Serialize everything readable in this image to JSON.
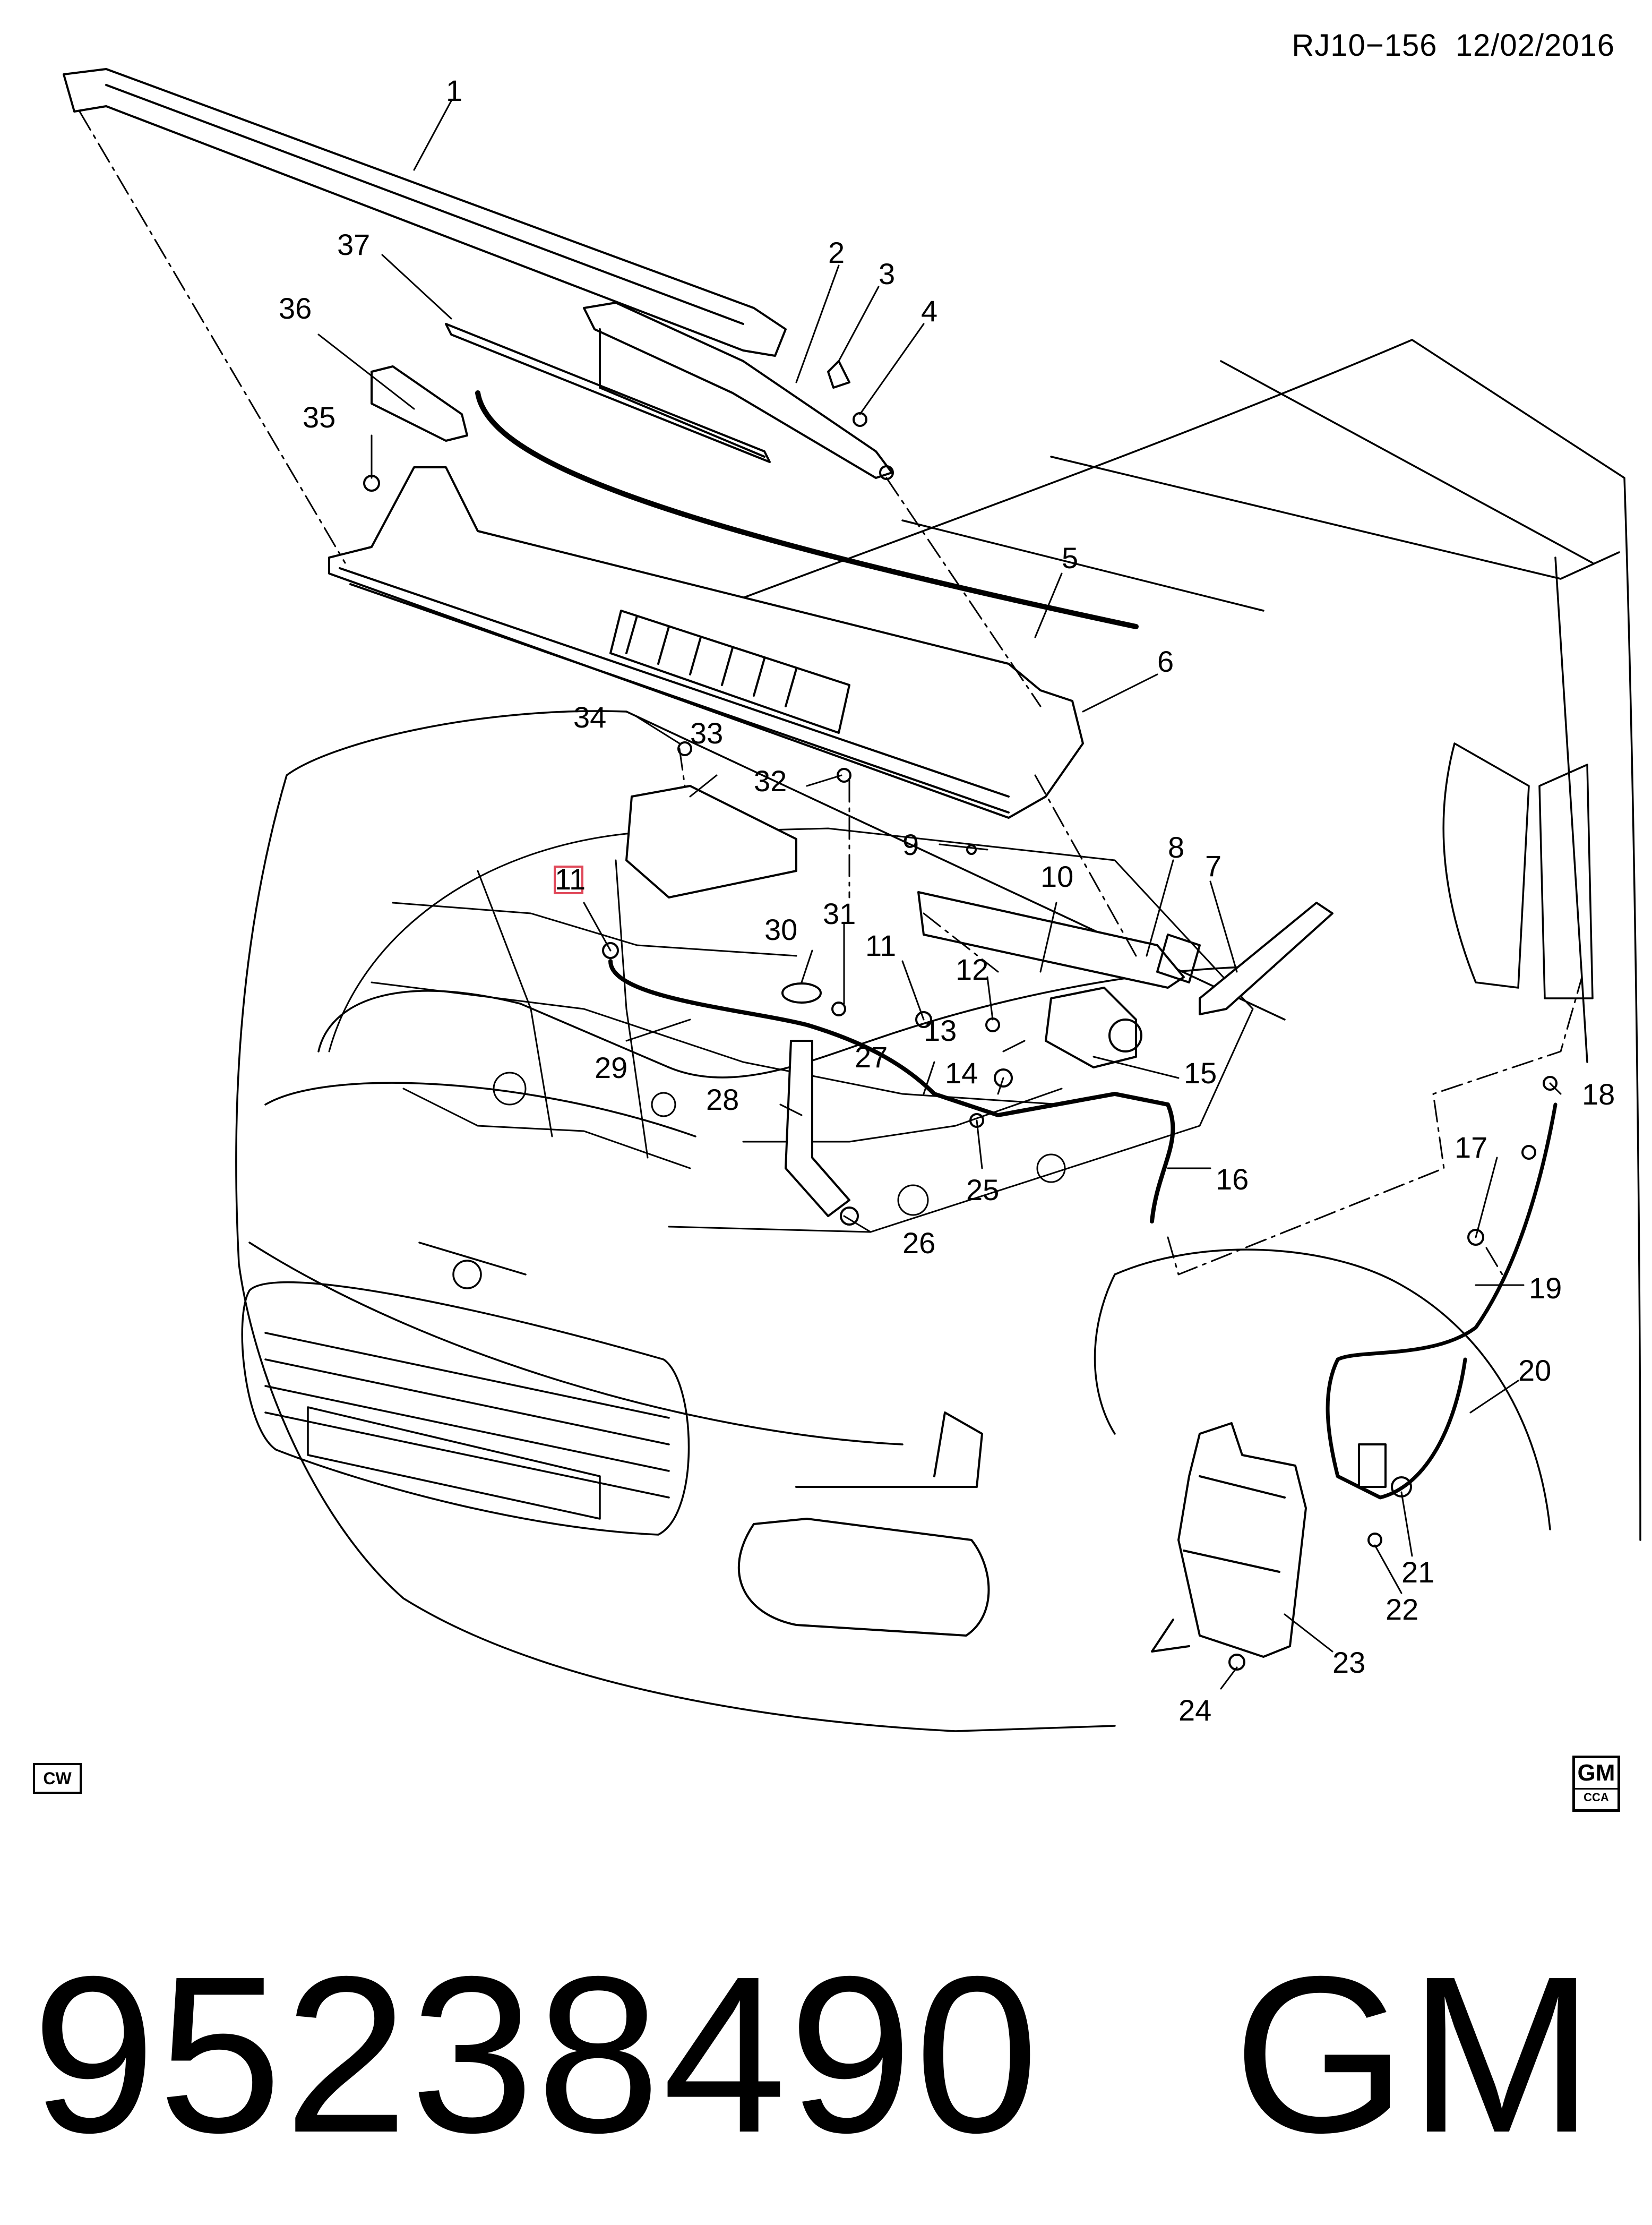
{
  "header": {
    "ref": "RJ10−156",
    "date": "12/02/2016"
  },
  "footer": {
    "part_number": "95238490",
    "brand": "GM"
  },
  "badges": {
    "cw": "CW",
    "gm_logo_top": "GM",
    "gm_logo_bottom": "CCA"
  },
  "callouts": [
    "1",
    "2",
    "3",
    "4",
    "5",
    "6",
    "7",
    "8",
    "9",
    "10",
    "11",
    "11",
    "12",
    "13",
    "14",
    "15",
    "16",
    "17",
    "18",
    "19",
    "20",
    "21",
    "22",
    "23",
    "24",
    "25",
    "26",
    "27",
    "28",
    "29",
    "30",
    "31",
    "32",
    "33",
    "34",
    "35",
    "36",
    "37"
  ],
  "icons": [
    "cowl-panel-drawing",
    "wiper-arm-drawing",
    "washer-reservoir-drawing",
    "vehicle-front-drawing"
  ],
  "colors": {
    "line": "#000000",
    "highlight": "#e0495a",
    "background": "#ffffff"
  }
}
